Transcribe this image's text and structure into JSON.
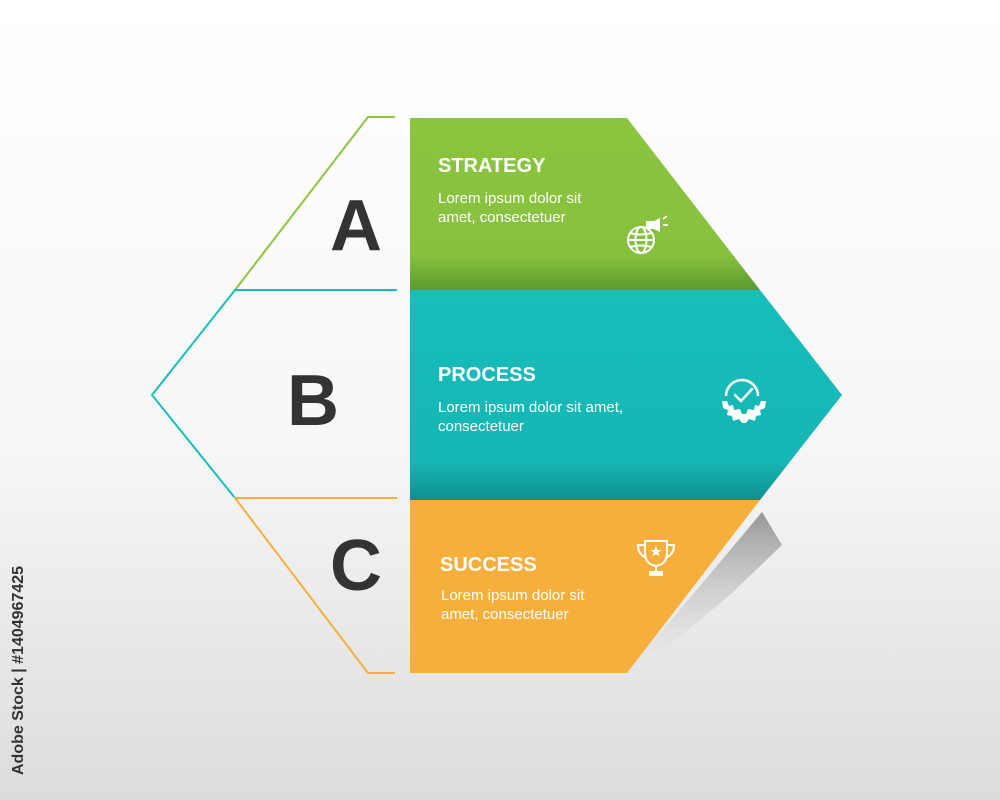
{
  "colors": {
    "strategy": "#8cc63f",
    "process": "#17bebb",
    "success": "#f7af3b",
    "letter": "#333333"
  },
  "steps": [
    {
      "letter": "A",
      "title": "STRATEGY",
      "desc_line1": "Lorem ipsum dolor sit",
      "desc_line2": "amet, consectetuer",
      "icon": "globe-megaphone-icon"
    },
    {
      "letter": "B",
      "title": "PROCESS",
      "desc_line1": "Lorem ipsum dolor sit amet,",
      "desc_line2": "consectetuer",
      "icon": "gear-check-icon"
    },
    {
      "letter": "C",
      "title": "SUCCESS",
      "desc_line1": "Lorem ipsum dolor sit",
      "desc_line2": "amet, consectetuer",
      "icon": "trophy-icon"
    }
  ],
  "credit": "Adobe Stock | #1404967425"
}
